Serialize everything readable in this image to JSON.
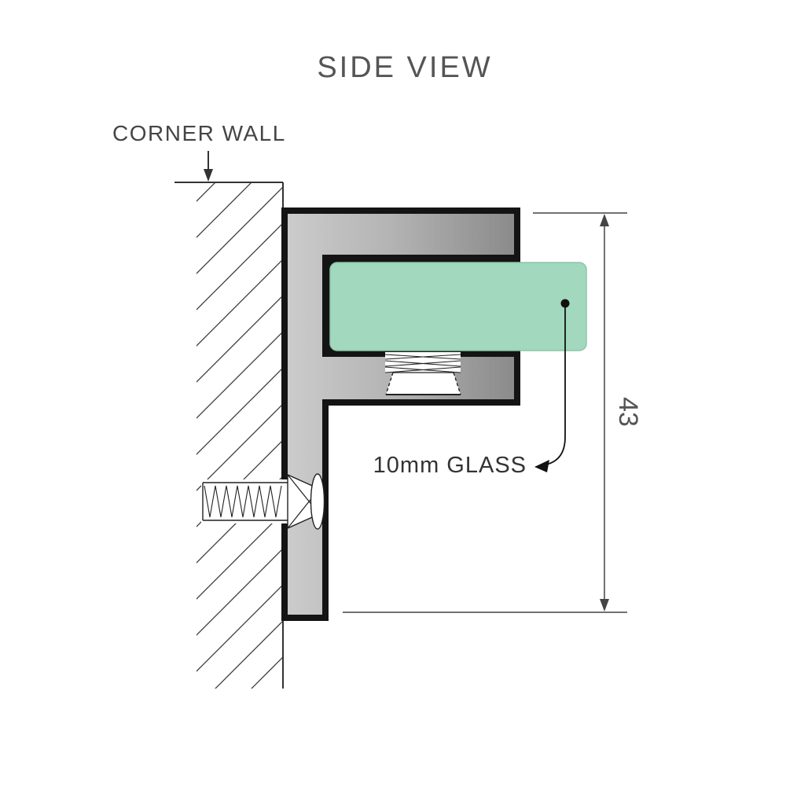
{
  "title": "SIDE VIEW",
  "labels": {
    "corner_wall": "CORNER WALL",
    "glass": "10mm GLASS",
    "dimension_height": "43"
  },
  "colors": {
    "glass_fill": "#a2d8bd",
    "glass_stroke": "#8cc5a9",
    "bracket_light": "#cccccc",
    "bracket_dark": "#8a8a8a",
    "outline": "#141414",
    "line": "#333333",
    "text": "#4a4a4a"
  }
}
